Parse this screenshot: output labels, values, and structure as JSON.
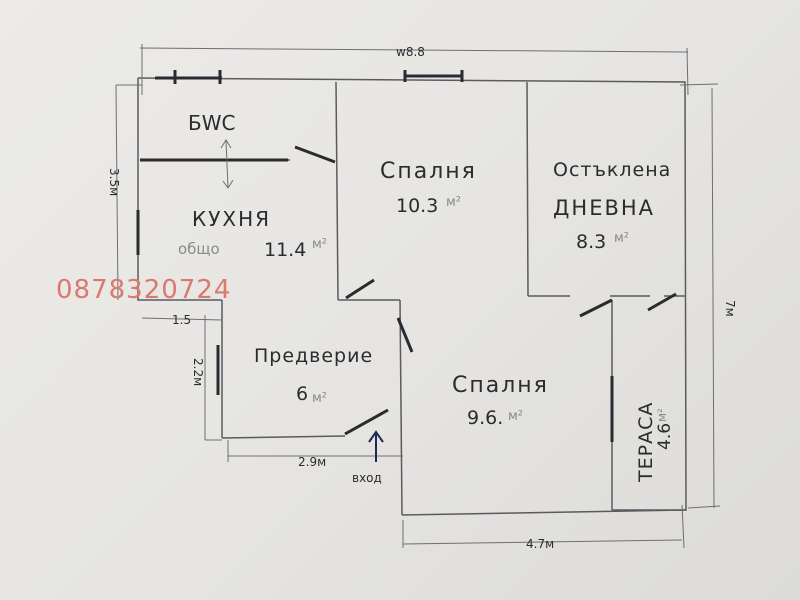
{
  "plan": {
    "overall_width": "w8.8",
    "overall_depth": "7м",
    "dim_left_top": "3.5м",
    "dim_left_mid": "1.5",
    "dim_left_hall": "2.2м",
    "dim_hall_width": "2.9м",
    "dim_bedroom_width": "4.7м",
    "entrance": "вход"
  },
  "rooms": {
    "bwc": {
      "name": "БWC"
    },
    "kitchen": {
      "name": "КУХНЯ",
      "note": "общо",
      "area": "11.4",
      "unit": "м²"
    },
    "bedroom1": {
      "name": "Спалня",
      "area": "10.3",
      "unit": "м²"
    },
    "living": {
      "name1": "Остъклена",
      "name2": "ДНЕВНА",
      "area": "8.3",
      "unit": "м²"
    },
    "hall": {
      "name": "Предверие",
      "area": "6",
      "unit": "м²"
    },
    "bedroom2": {
      "name": "Спалня",
      "area": "9.6.",
      "unit": "м²"
    },
    "terrace": {
      "name": "ТЕРАСА",
      "area": "4.6",
      "unit": "м²"
    }
  },
  "watermark": "0878320724",
  "colors": {
    "paper": "#e9e8e5",
    "ink": "#2b2b30",
    "watermark": "#d97a70"
  }
}
